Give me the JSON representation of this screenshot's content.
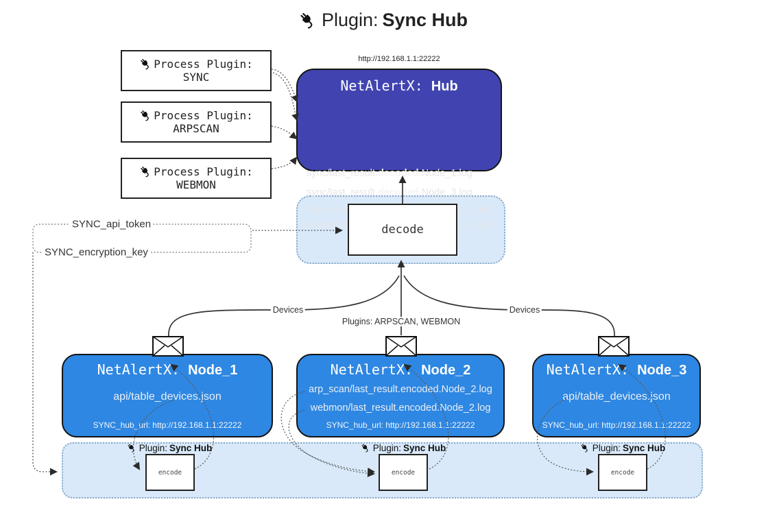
{
  "title": {
    "prefix": "Plugin: ",
    "name": "Sync Hub"
  },
  "hub": {
    "url": "http://192.168.1.1:22222",
    "title_prefix": "NetAlertX: ",
    "title_name": "Hub",
    "logs": [
      {
        "pre": "sync/last_result.",
        "bold": "decoded",
        "post": ".Node_1.log"
      },
      {
        "pre": "sync/last_result.",
        "bold": "decoded",
        "post": ".Node_3.log"
      },
      {
        "pre": "arp_scan/last_result.",
        "bold": "decoded",
        "post": ".Node_2.log"
      },
      {
        "pre": "webmon/last_result.",
        "bold": "decoded",
        "post": ".Node_2.log"
      }
    ]
  },
  "process_plugins": [
    {
      "label": "Process Plugin:",
      "name": "SYNC"
    },
    {
      "label": "Process Plugin:",
      "name": "ARPSCAN"
    },
    {
      "label": "Process Plugin:",
      "name": "WEBMON"
    }
  ],
  "decode_label": "decode",
  "keys": {
    "api_token": "SYNC_api_token",
    "encryption_key": "SYNC_encryption_key"
  },
  "edge_labels": {
    "devices_left": "Devices",
    "devices_right": "Devices",
    "plugins_mid": "Plugins: ARPSCAN, WEBMON"
  },
  "nodes": [
    {
      "title_prefix": "NetAlertX: ",
      "title_name": "Node_1",
      "lines": [
        "api/table_devices.json"
      ],
      "hub_url": "SYNC_hub_url: http://192.168.1.1:22222"
    },
    {
      "title_prefix": "NetAlertX: ",
      "title_name": "Node_2",
      "lines": [
        "arp_scan/last_result.encoded.Node_2.log",
        "webmon/last_result.encoded.Node_2.log"
      ],
      "hub_url": "SYNC_hub_url: http://192.168.1.1:22222"
    },
    {
      "title_prefix": "NetAlertX: ",
      "title_name": "Node_3",
      "lines": [
        "api/table_devices.json"
      ],
      "hub_url": "SYNC_hub_url: http://192.168.1.1:22222"
    }
  ],
  "encoders": [
    {
      "plugin_prefix": "Plugin: ",
      "plugin_name": "Sync Hub",
      "label": "encode"
    },
    {
      "plugin_prefix": "Plugin: ",
      "plugin_name": "Sync Hub",
      "label": "encode"
    },
    {
      "plugin_prefix": "Plugin: ",
      "plugin_name": "Sync Hub",
      "label": "encode"
    }
  ],
  "colors": {
    "node_blue": "#2e87e2",
    "hub_indigo": "#4144b0",
    "panel_blue": "#d9e9f9",
    "line_dark": "#333333"
  }
}
